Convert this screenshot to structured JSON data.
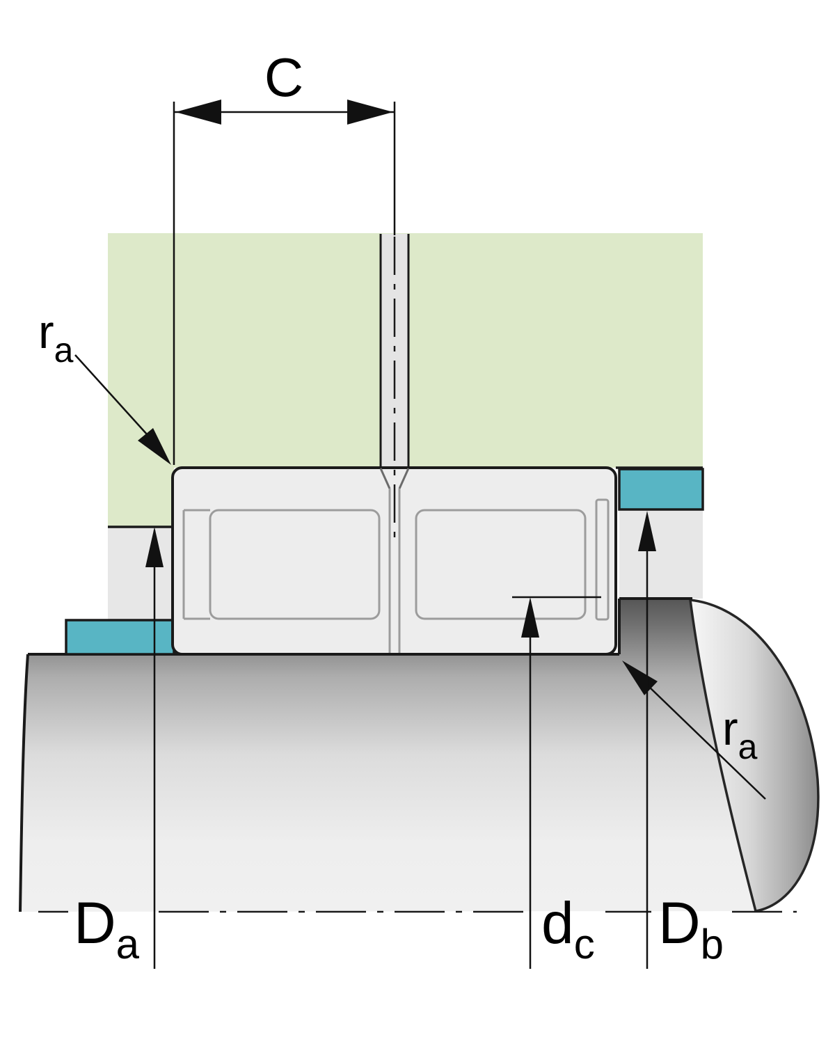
{
  "labels": {
    "width_c": {
      "main": "C"
    },
    "fillet_radius_top": {
      "main": "r",
      "sub": "a"
    },
    "fillet_radius_bottom": {
      "main": "r",
      "sub": "a"
    },
    "housing_abutment_diameter": {
      "main": "D",
      "sub": "a"
    },
    "raceway_diameter": {
      "main": "d",
      "sub": "c"
    },
    "ring_abutment_diameter": {
      "main": "D",
      "sub": "b"
    }
  },
  "colors": {
    "housing_green": "#dde9c9",
    "support_ring_teal": "#58b5c4",
    "bearing_fill": "#ededed",
    "air_gap_gray": "#e7e7e7",
    "slot_gray": "#e4e4e4",
    "outline_black": "#1a1a1a",
    "detail_gray": "#9c9c9c"
  }
}
